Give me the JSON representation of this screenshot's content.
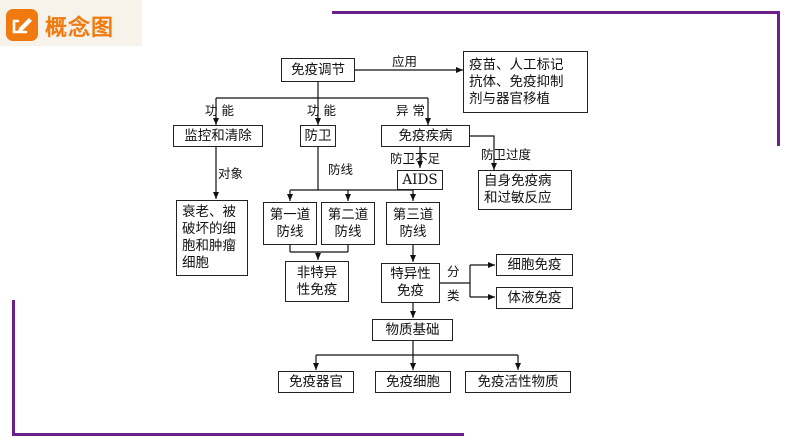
{
  "header": {
    "title": "概念图",
    "icon": "pencil-icon",
    "accent": "#f07a10"
  },
  "frame_color": "#6a1f8a",
  "boxes": {
    "root": "免疫调节",
    "application": "疫苗、人工标记\n抗体、免疫抑制\n剂与器官移植",
    "monitor": "监控和清除",
    "defense": "防卫",
    "disease": "免疫疾病",
    "aids": "AIDS",
    "autoimmune": "自身免疫病\n和过敏反应",
    "targets": "衰老、被\n破坏的细\n胞和肿瘤\n细胞",
    "line1": "第一道\n防线",
    "line2": "第二道\n防线",
    "line3": "第三道\n防线",
    "nonspecific": "非特异\n性免疫",
    "specific": "特异性\n免疫",
    "cellular": "细胞免疫",
    "humoral": "体液免疫",
    "basis": "物质基础",
    "organ": "免疫器官",
    "cell": "免疫细胞",
    "active": "免疫活性物质"
  },
  "labels": {
    "apply": "应用",
    "func1": "功 能",
    "func2": "功 能",
    "abnormal": "异 常",
    "target": "对象",
    "defense_line": "防线",
    "defense_insufficient": "防卫不足",
    "defense_excess": "防卫过度",
    "classify": "分\n\n类"
  }
}
